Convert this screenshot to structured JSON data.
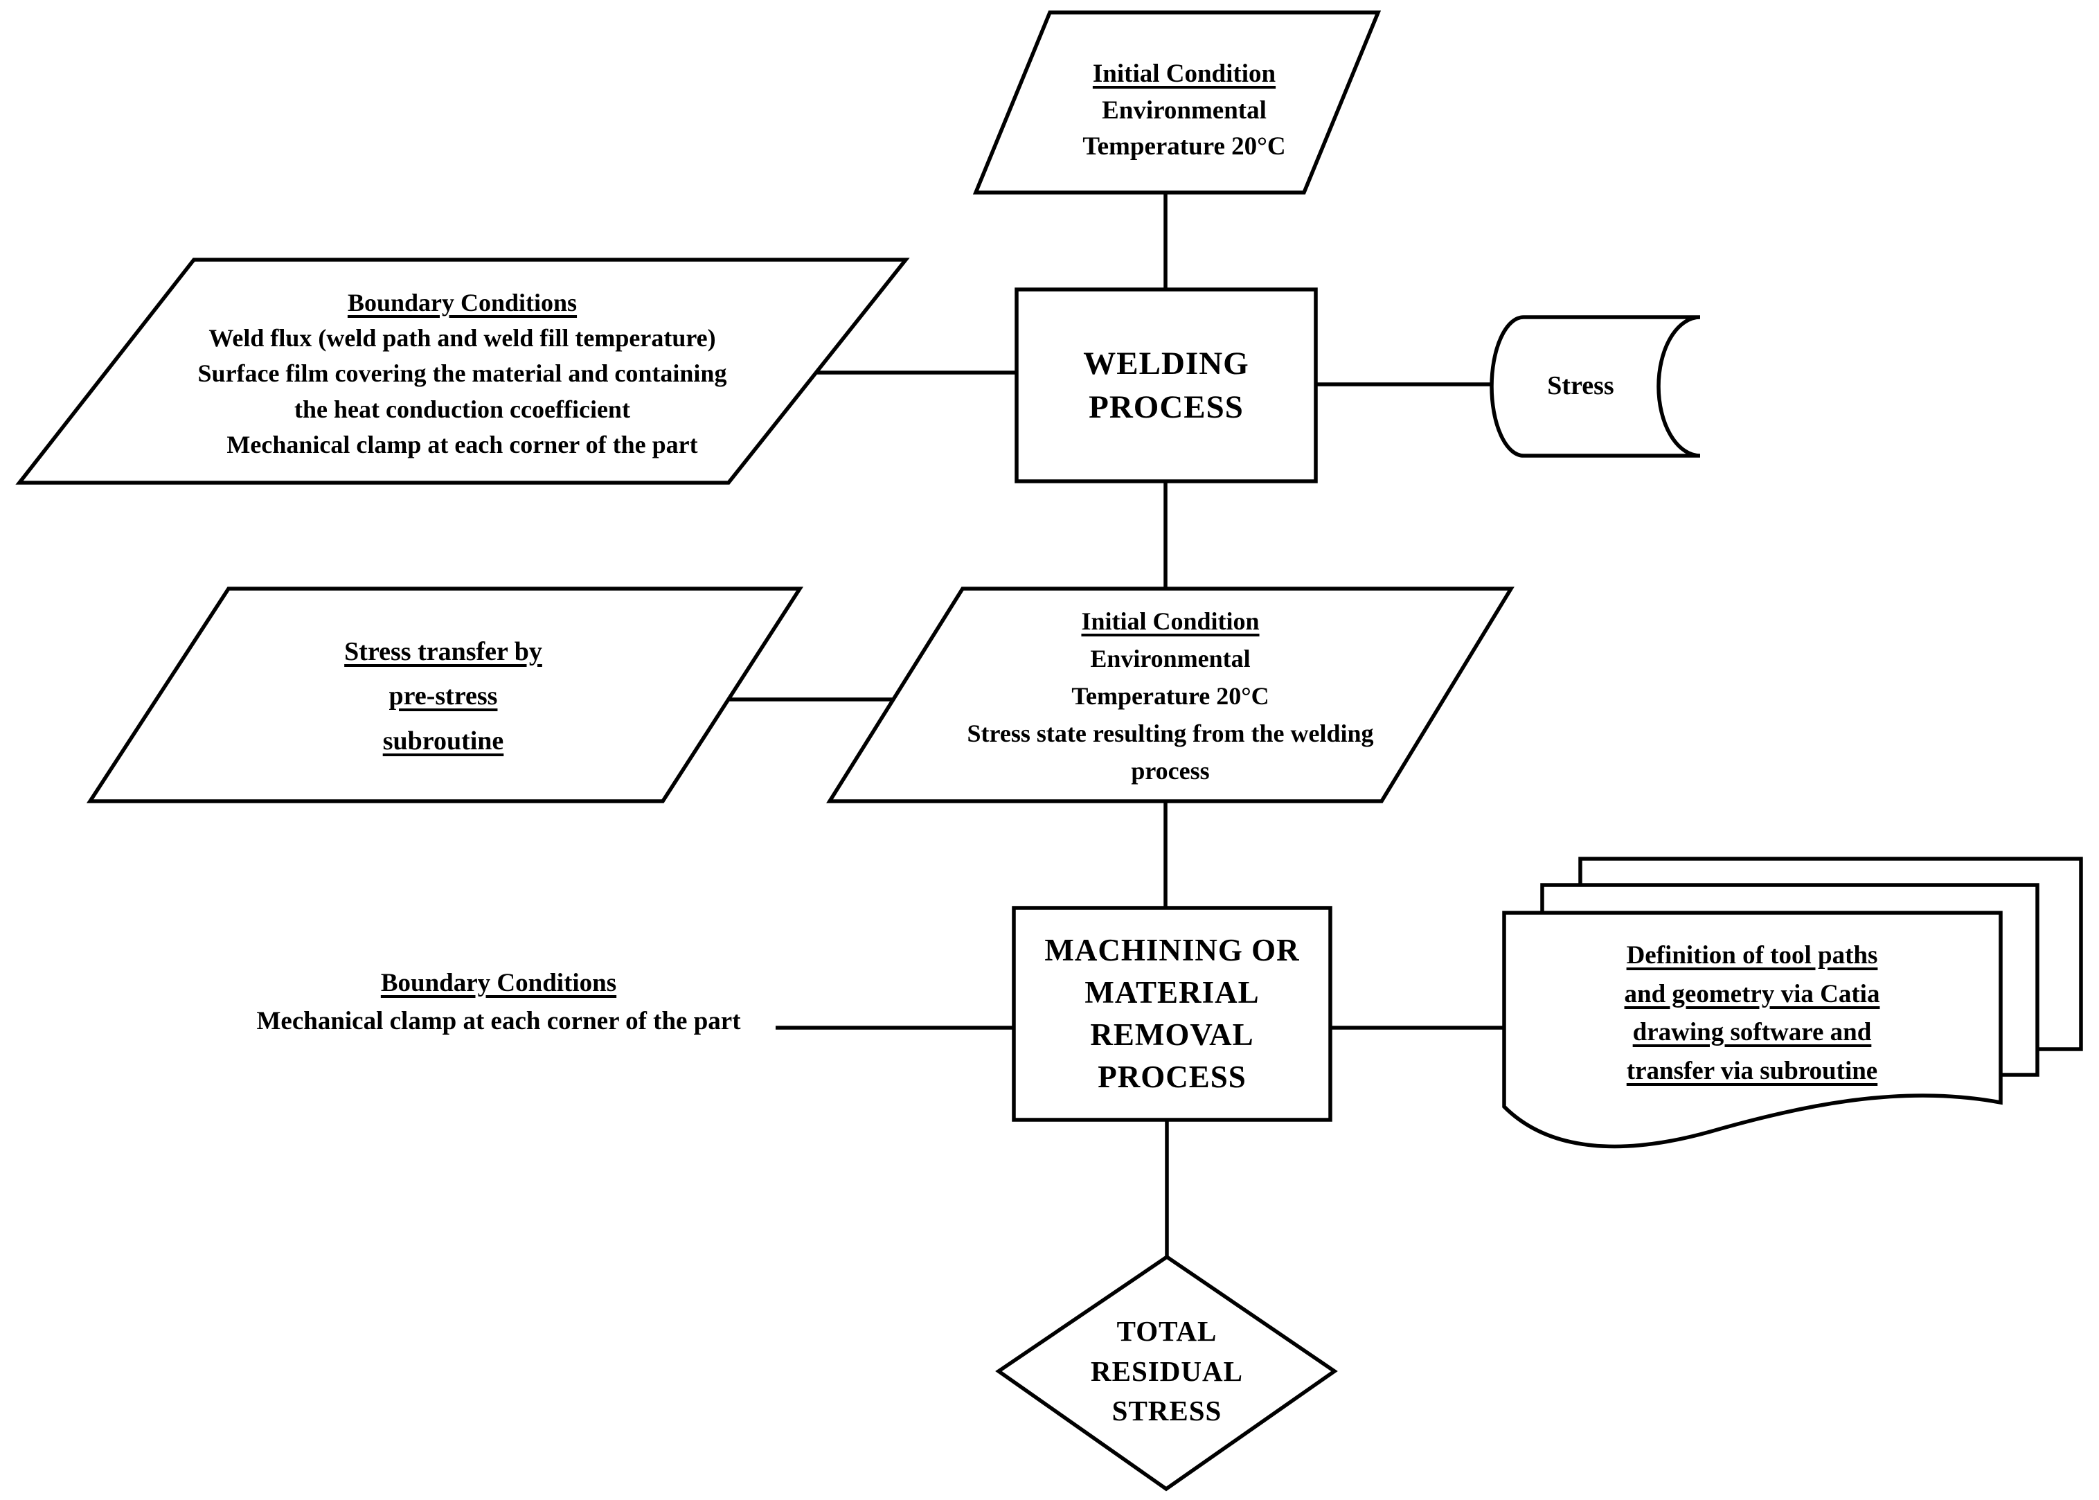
{
  "colors": {
    "background": "#ffffff",
    "line": "#000000",
    "text": "#000000"
  },
  "diagram": {
    "nodes": {
      "initial_condition_top": {
        "type": "input-parallelogram",
        "lines": [
          "Initial Condition",
          "Environmental",
          "Temperature 20°C"
        ]
      },
      "boundary_conditions_welding": {
        "type": "input-parallelogram",
        "lines": [
          "Boundary Conditions",
          "Weld flux (weld path and weld fill temperature)",
          "Surface film covering the material and containing",
          "the heat conduction ccoefficient",
          "Mechanical clamp at each corner of the part"
        ]
      },
      "welding_process": {
        "type": "process-box",
        "lines": [
          "WELDING",
          "PROCESS"
        ]
      },
      "stress_output": {
        "type": "stored-data",
        "label": "Stress"
      },
      "stress_transfer": {
        "type": "input-parallelogram",
        "lines": [
          "Stress transfer by",
          "pre-stress",
          "subroutine"
        ]
      },
      "initial_condition_machining": {
        "type": "input-parallelogram",
        "lines": [
          "Initial Condition",
          "Environmental",
          "Temperature 20°C",
          "Stress state resulting from the welding",
          "process"
        ]
      },
      "machining_process": {
        "type": "process-box",
        "lines": [
          "MACHINING OR",
          "MATERIAL",
          "REMOVAL",
          "PROCESS"
        ]
      },
      "tool_path_definition": {
        "type": "document-stack",
        "lines": [
          "Definition of tool paths",
          "and geometry via Catia",
          "drawing software and",
          "transfer via subroutine"
        ]
      },
      "total_residual_stress": {
        "type": "decision-diamond",
        "lines": [
          "TOTAL",
          "RESIDUAL",
          "STRESS"
        ]
      }
    }
  }
}
